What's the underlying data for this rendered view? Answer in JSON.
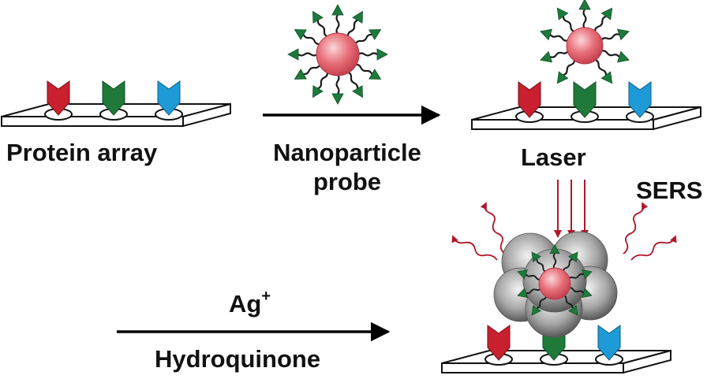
{
  "labels": {
    "protein_array": "Protein array",
    "nanoparticle": "Nanoparticle",
    "probe": "probe",
    "laser": "Laser",
    "sers": "SERS",
    "ag": "Ag",
    "ag_charge": "+",
    "hydroquinone": "Hydroquinone"
  },
  "colors": {
    "antibody_red": "#c8202f",
    "antibody_green": "#1f7a3a",
    "antibody_blue": "#1e9ad6",
    "nanoparticle": "#e8707a",
    "ligand_triangle": "#1d7a3c",
    "laser": "#b0172a",
    "silver_shell": "#8c8c8c"
  }
}
